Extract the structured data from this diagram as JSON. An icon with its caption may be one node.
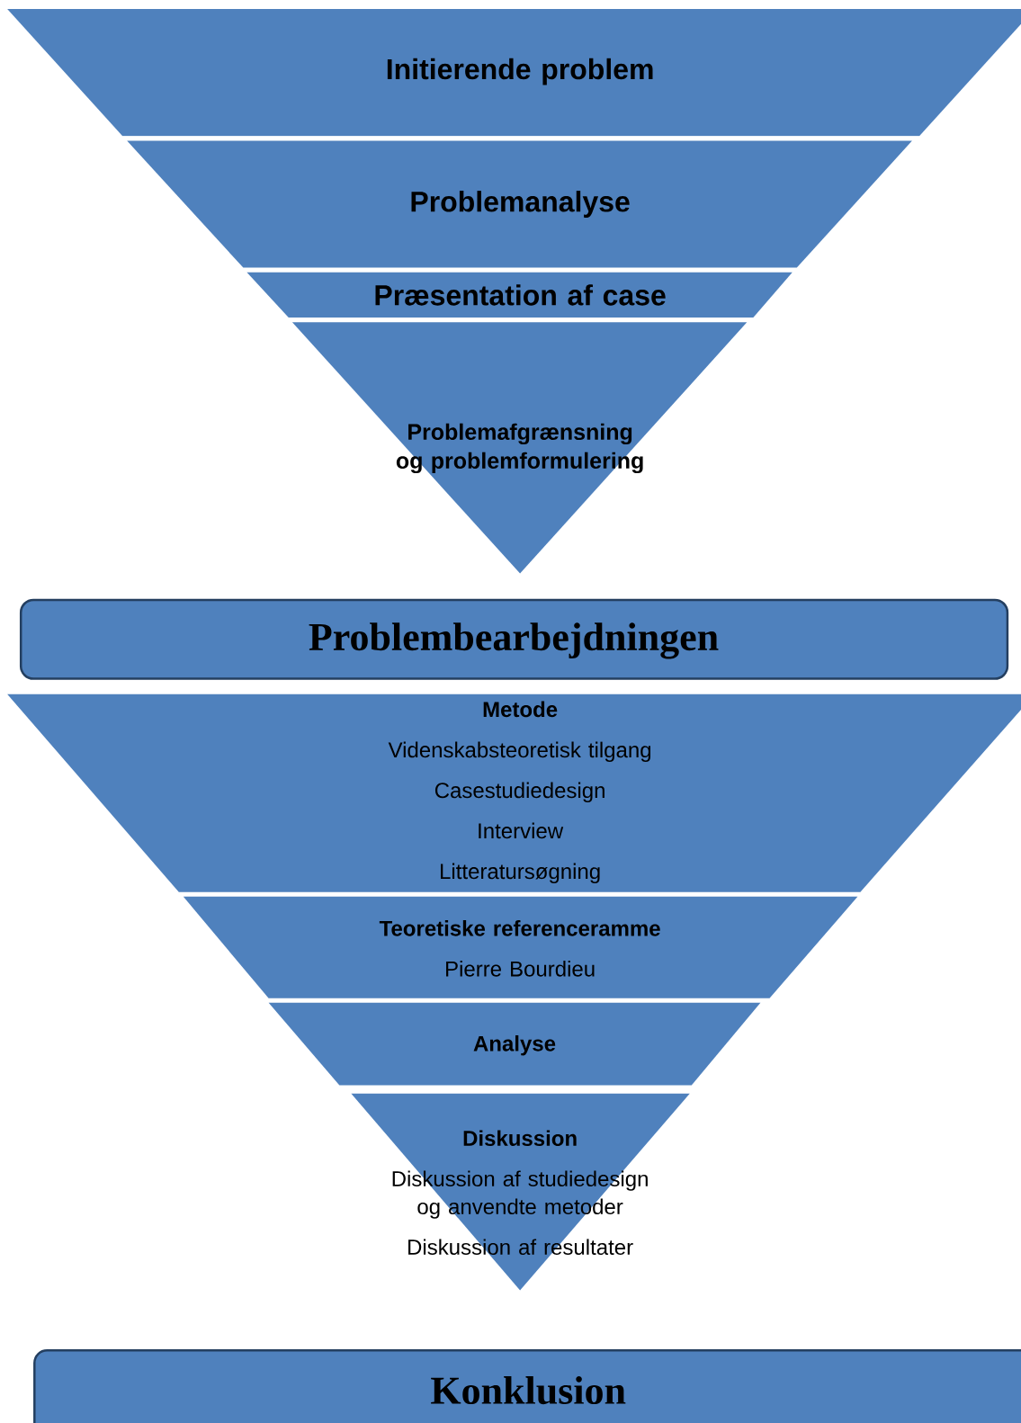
{
  "diagram": {
    "nodes": [
      {
        "text": [
          "Initierende problem"
        ]
      },
      {
        "text": [
          "Problemanalyse"
        ]
      },
      {
        "text": [
          "Præsentation af case"
        ]
      },
      {
        "text": [
          "Problemafgrænsning og problemformulering"
        ]
      },
      {
        "text": [
          "Problembearbejdningen"
        ]
      },
      {
        "text": [
          "Metode",
          "Videnskabsteoretisk tilgang",
          "Casestudiedesign",
          "Interview",
          "Litteratursøgning"
        ]
      },
      {
        "text": [
          "Teoretiske referenceramme",
          "Pierre Bourdieu"
        ]
      },
      {
        "text": [
          "Analyse"
        ]
      },
      {
        "text": [
          "Diskussion",
          "Diskussion af studiedesign og anvendte metoder",
          "Diskussion af resultater"
        ]
      },
      {
        "text": [
          "Konklusion"
        ]
      }
    ]
  }
}
